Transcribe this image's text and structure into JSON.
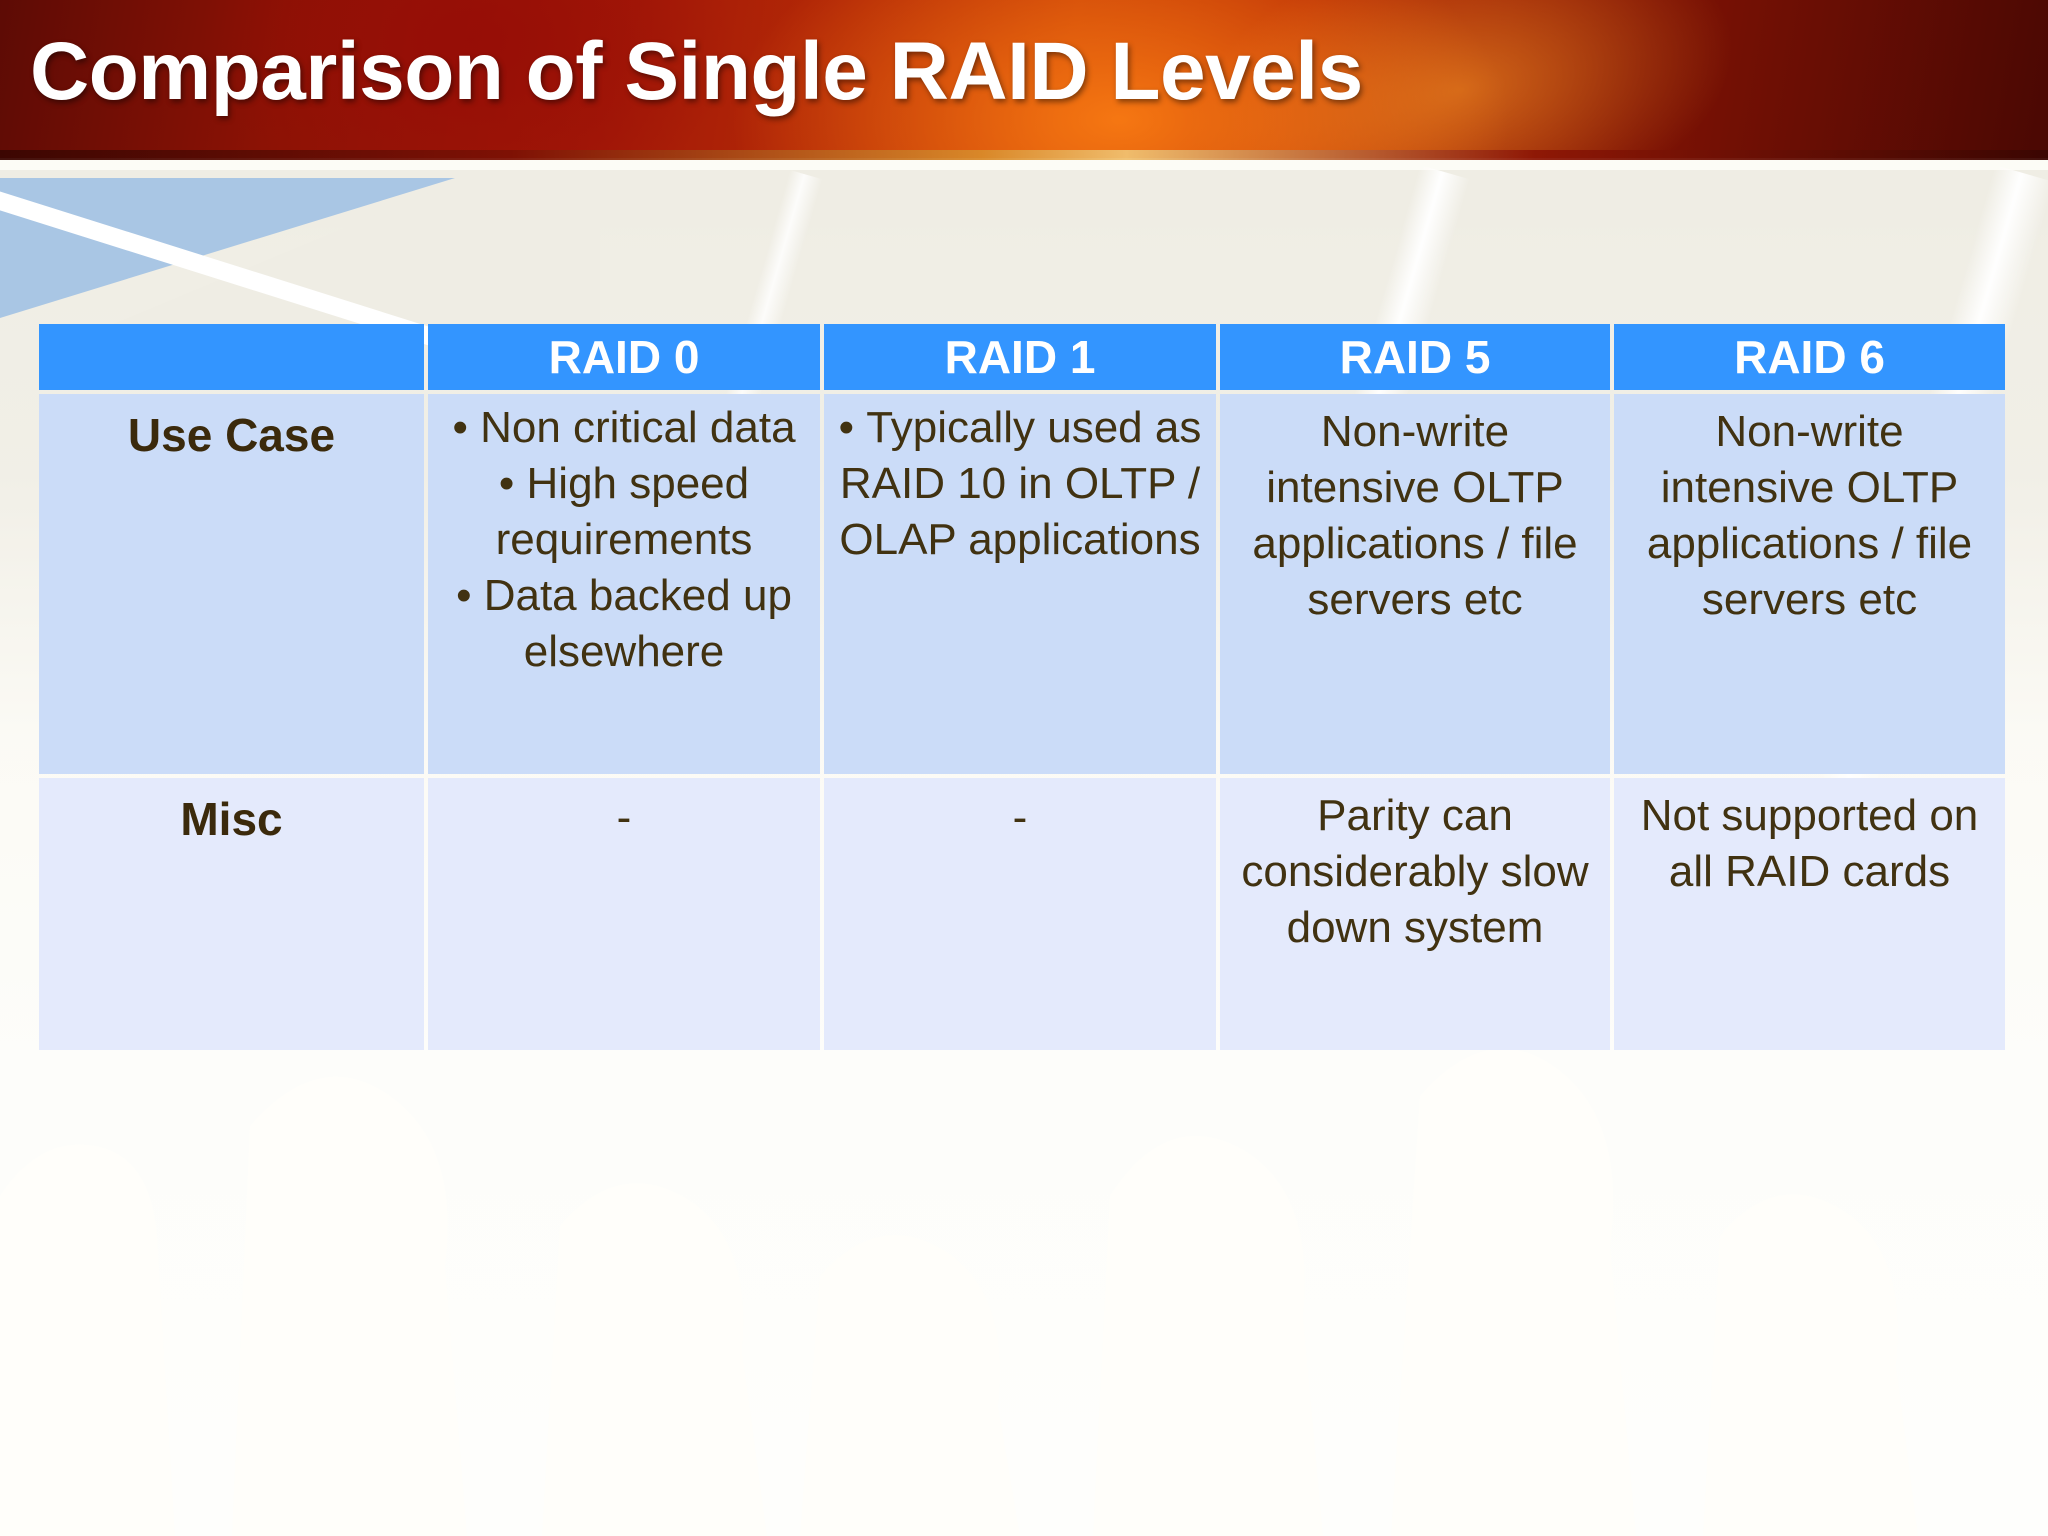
{
  "slide": {
    "title": "Comparison of Single RAID Levels",
    "title_color": "#ffffff",
    "banner_color": "#a31807",
    "header_color": "#3395ff",
    "row1_color": "#cbdcf8",
    "row2_color": "#e4eafc",
    "text_color": "#413211"
  },
  "table": {
    "columns": [
      "",
      "RAID 0",
      "RAID 1",
      "RAID 5",
      "RAID 6"
    ],
    "rows": [
      {
        "label": "Use Case",
        "cells": [
          {
            "type": "bullets",
            "items": [
              "Non critical data",
              "High speed requirements",
              "Data backed up elsewhere"
            ]
          },
          {
            "type": "bullets",
            "items": [
              "Typically used as RAID 10 in OLTP / OLAP applications"
            ]
          },
          {
            "type": "text",
            "text": "Non-write intensive OLTP applications / file servers etc"
          },
          {
            "type": "text",
            "text": "Non-write intensive OLTP applications / file servers etc"
          }
        ]
      },
      {
        "label": "Misc",
        "cells": [
          {
            "type": "text",
            "text": "-"
          },
          {
            "type": "text",
            "text": "-"
          },
          {
            "type": "text",
            "text": "Parity can considerably slow down system"
          },
          {
            "type": "text",
            "text": "Not supported on all RAID cards"
          }
        ]
      }
    ]
  }
}
